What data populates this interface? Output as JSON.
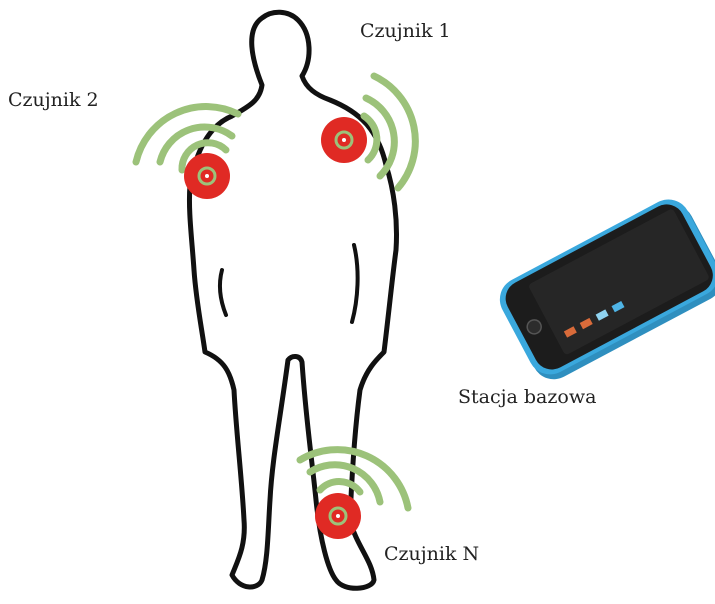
{
  "labels": {
    "sensor_1": "Czujnik 1",
    "sensor_2": "Czujnik 2",
    "sensor_n": "Czujnik N",
    "base_station": "Stacja bazowa"
  },
  "colors": {
    "outline": "#111111",
    "sensor_red": "#e02a24",
    "signal_green": "#9cc27a",
    "phone_blue": "#3aa8dd",
    "phone_screen": "#1c1c1c",
    "phone_button": "#2f8fbf"
  },
  "icons": {
    "person": "person-silhouette-icon",
    "sensor": "sensor-dot-icon",
    "signal": "wireless-signal-icon",
    "phone": "smartphone-icon"
  }
}
